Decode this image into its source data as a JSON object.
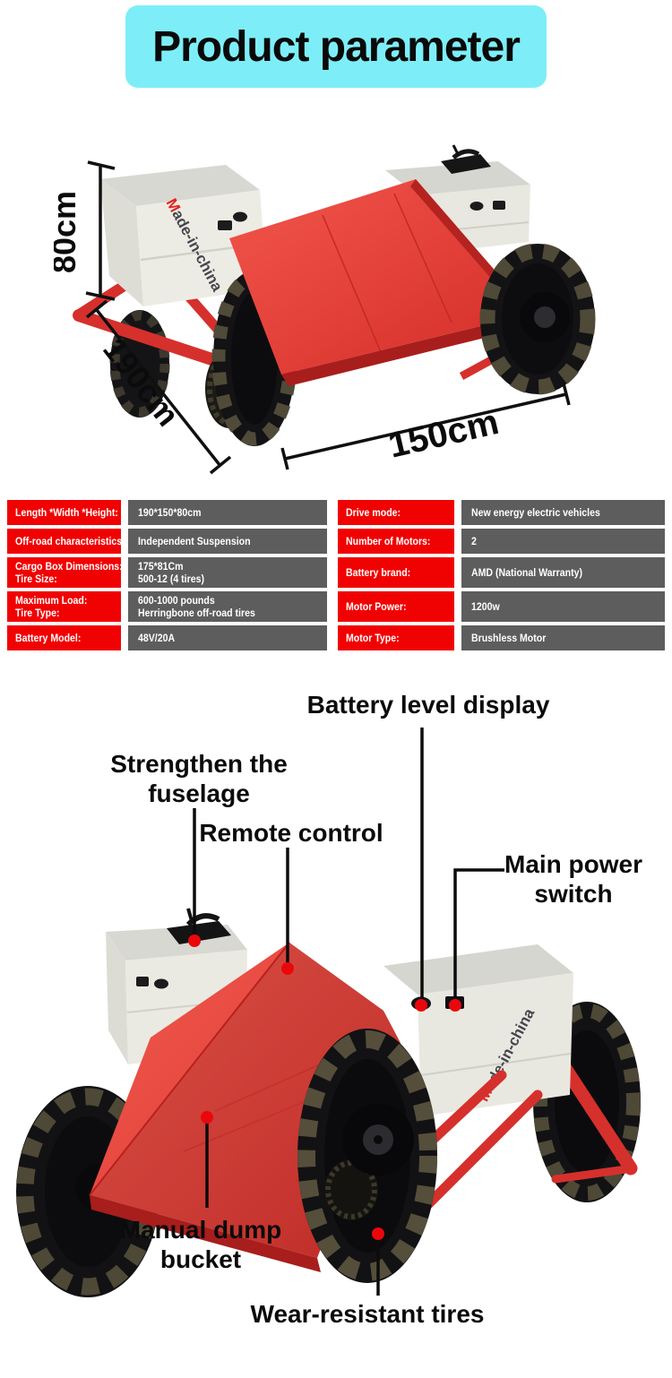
{
  "title": "Product parameter",
  "colors": {
    "title_background": "#7deef8",
    "table_label_red": "#f10202",
    "table_value_gray": "#5d5d5d",
    "callout_dot_red": "#ea070c",
    "vehicle_red": "#d6302d",
    "vehicle_box_gray": "#e9e8e0"
  },
  "dimension_figure": {
    "height": "80cm",
    "length": "190cm",
    "width": "150cm",
    "watermark_initial": "M",
    "watermark_rest": "ade-in-china"
  },
  "spec_table": {
    "rows": [
      {
        "left_label": [
          "Length *Width *Height:"
        ],
        "left_value": [
          "190*150*80cm"
        ],
        "right_label": [
          "Drive mode:"
        ],
        "right_value": [
          "New energy electric vehicles"
        ]
      },
      {
        "left_label": [
          "Off-road characteristics:"
        ],
        "left_value": [
          "Independent Suspension"
        ],
        "right_label": [
          "Number of Motors:"
        ],
        "right_value": [
          "2"
        ]
      },
      {
        "left_label": [
          "Cargo Box Dimensions:",
          "Tire Size:"
        ],
        "left_value": [
          "175*81Cm",
          "500-12 (4 tires)"
        ],
        "right_label": [
          "Battery brand:"
        ],
        "right_value": [
          "AMD (National Warranty)"
        ]
      },
      {
        "left_label": [
          "Maximum Load:",
          "Tire Type:"
        ],
        "left_value": [
          "600-1000 pounds",
          "Herringbone off-road tires"
        ],
        "right_label": [
          "Motor Power:"
        ],
        "right_value": [
          "1200w"
        ]
      },
      {
        "left_label": [
          "Battery Model:"
        ],
        "left_value": [
          "48V/20A"
        ],
        "right_label": [
          "Motor Type:"
        ],
        "right_value": [
          "Brushless Motor"
        ]
      }
    ]
  },
  "callout_figure": {
    "battery_level": [
      "Battery level display"
    ],
    "strengthen": [
      "Strengthen the",
      "fuselage"
    ],
    "remote": [
      "Remote control"
    ],
    "main_power": [
      "Main power",
      "switch"
    ],
    "manual_dump": [
      "Manual dump",
      "bucket"
    ],
    "wear_tires": [
      "Wear-resistant tires"
    ],
    "watermark_initial": "M",
    "watermark_rest": "ade-in-china"
  }
}
